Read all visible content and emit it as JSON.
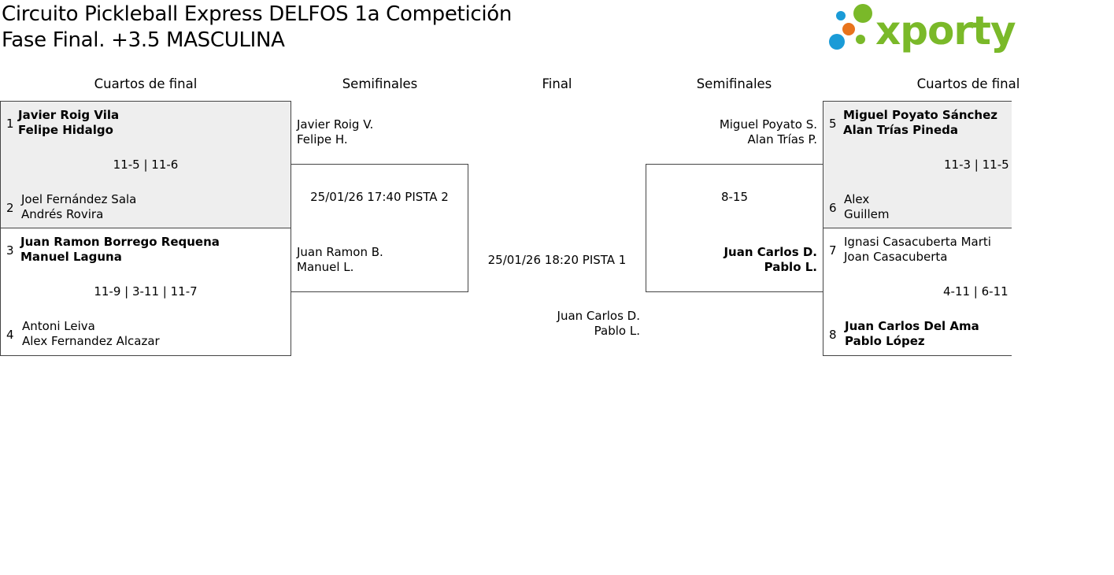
{
  "header": {
    "title_line1": "Circuito Pickleball Express DELFOS 1a Competición",
    "title_line2": "Fase Final. +3.5 MASCULINA",
    "logo_text": "xporty",
    "logo_colors": {
      "green": "#7ab929",
      "blue": "#1a9bd7",
      "orange": "#e8731c"
    }
  },
  "columns": {
    "left_quarters": "Cuartos de final",
    "left_semis": "Semifinales",
    "final": "Final",
    "right_semis": "Semifinales",
    "right_quarters": "Cuartos de final"
  },
  "left_quarters": [
    {
      "seed_a": "1",
      "a1": "Javier Roig Vila",
      "a2": "Felipe Hidalgo",
      "score": "11-5 | 11-6",
      "seed_b": "2",
      "b1": "Joel Fernández Sala",
      "b2": "Andrés Rovira"
    },
    {
      "seed_a": "3",
      "a1": "Juan Ramon Borrego Requena",
      "a2": "Manuel Laguna",
      "score": "11-9 | 3-11 | 11-7",
      "seed_b": "4",
      "b1": "Antoni Leiva",
      "b2": "Alex Fernandez Alcazar"
    }
  ],
  "left_semi": {
    "top1": "Javier Roig V.",
    "top2": "Felipe H.",
    "info": "25/01/26 17:40 PISTA 2",
    "bottom1": "Juan Ramon B.",
    "bottom2": "Manuel L."
  },
  "final": {
    "info": "25/01/26 18:20 PISTA 1",
    "bottom1": "Juan Carlos D.",
    "bottom2": "Pablo L."
  },
  "right_semi": {
    "top1": "Miguel Poyato S.",
    "top2": "Alan Trías P.",
    "score": "8-15",
    "bottom1": "Juan Carlos D.",
    "bottom2": "Pablo L."
  },
  "right_quarters": [
    {
      "seed_a": "5",
      "a1": "Miguel Poyato Sánchez",
      "a2": "Alan Trías Pineda",
      "score": "11-3 | 11-5",
      "seed_b": "6",
      "b1": "Alex",
      "b2": "Guillem"
    },
    {
      "seed_a": "7",
      "a1": "Ignasi Casacuberta Marti",
      "a2": "Joan Casacuberta",
      "score": "4-11 | 6-11",
      "seed_b": "8",
      "b1": "Juan Carlos Del Ama",
      "b2": "Pablo López"
    }
  ]
}
